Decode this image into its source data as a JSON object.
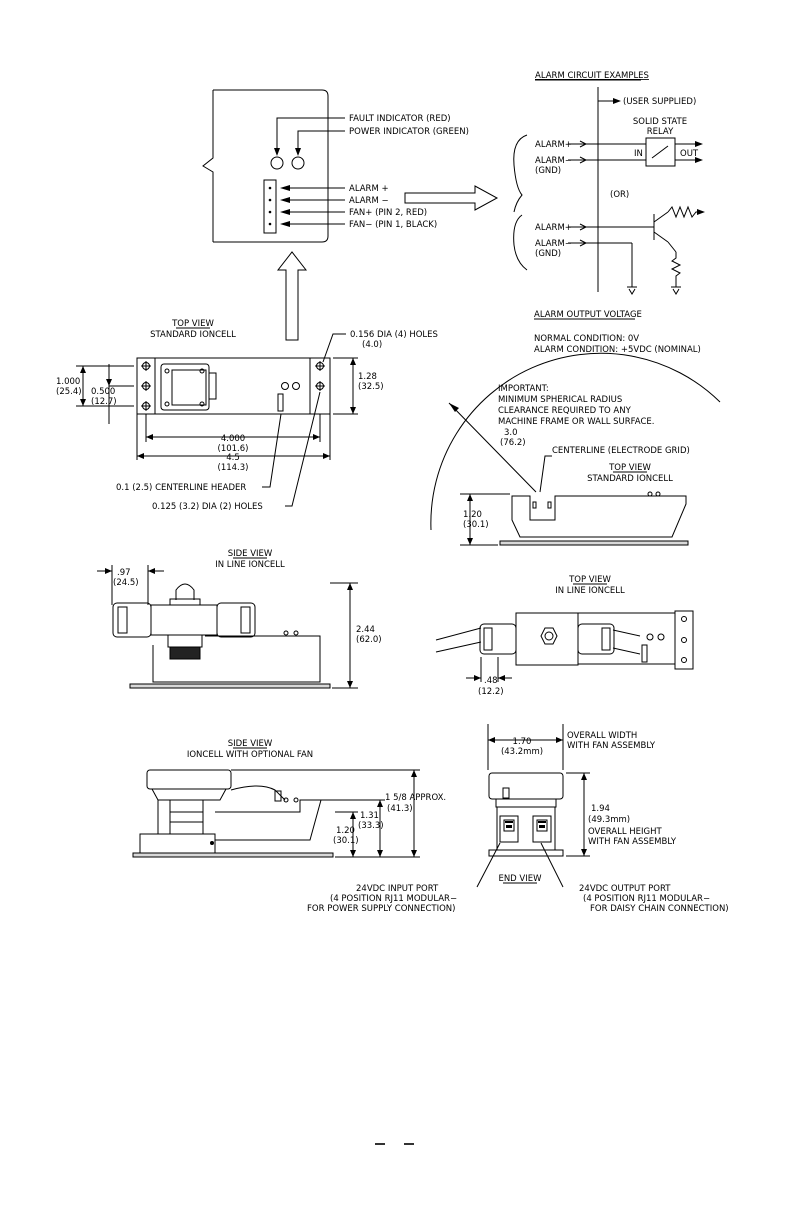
{
  "top_panel": {
    "fault_indicator": "FAULT INDICATOR (RED)",
    "power_indicator": "POWER INDICATOR (GREEN)",
    "alarm_plus": "ALARM +",
    "alarm_minus": "ALARM −",
    "fan_plus": "FAN+ (PIN 2, RED)",
    "fan_minus": "FAN− (PIN 1, BLACK)"
  },
  "alarm_circuit": {
    "title": "ALARM CIRCUIT EXAMPLES",
    "user_supplied": "(USER SUPPLIED)",
    "relay_line1": "SOLID STATE",
    "relay_line2": "RELAY",
    "alarm_plus_1": "ALARM+",
    "alarm_minus_1": "ALARM−",
    "gnd_1": "(GND)",
    "in_label": "IN",
    "out_label": "OUT",
    "or_label": "(OR)",
    "alarm_plus_2": "ALARM+",
    "alarm_minus_2": "ALARM−",
    "gnd_2": "(GND)"
  },
  "alarm_output": {
    "title": "ALARM OUTPUT VOLTAGE",
    "normal": "NORMAL CONDITION: 0V",
    "alarm": "ALARM CONDITION: +5VDC (NOMINAL)"
  },
  "top_view_standard": {
    "title": "TOP VIEW",
    "subtitle": "STANDARD IONCELL",
    "holes_156": "0.156 DIA (4) HOLES",
    "holes_156_mm": "(4.0)",
    "dim_1000": "1.000",
    "dim_1000_mm": "(25.4)",
    "dim_0500": "0.500",
    "dim_0500_mm": "(12.7)",
    "dim_128": "1.28",
    "dim_128_mm": "(32.5)",
    "dim_4000": "4.000",
    "dim_4000_mm": "(101.6)",
    "dim_45": "4.5",
    "dim_45_mm": "(114.3)",
    "centerline_header": "0.1 (2.5) CENTERLINE HEADER",
    "holes_125": "0.125 (3.2) DIA (2) HOLES"
  },
  "radius_view": {
    "important": "IMPORTANT:",
    "line1": "MINIMUM SPHERICAL RADIUS",
    "line2": "CLEARANCE REQUIRED TO ANY",
    "line3": "MACHINE FRAME OR WALL SURFACE.",
    "radius": "3.0",
    "radius_mm": "(76.2)",
    "centerline": "CENTERLINE (ELECTRODE GRID)",
    "title": "TOP VIEW",
    "subtitle": "STANDARD IONCELL",
    "height": "1.20",
    "height_mm": "(30.1)"
  },
  "side_view_inline": {
    "title": "SIDE VIEW",
    "subtitle": "IN LINE IONCELL",
    "dim_97": ".97",
    "dim_97_mm": "(24.5)",
    "dim_244": "2.44",
    "dim_244_mm": "(62.0)"
  },
  "top_view_inline": {
    "title": "TOP VIEW",
    "subtitle": "IN LINE IONCELL",
    "dim_48": ".48",
    "dim_48_mm": "(12.2)"
  },
  "side_view_fan": {
    "title": "SIDE VIEW",
    "subtitle": "IONCELL WITH OPTIONAL FAN",
    "dim_158": "1 5/8 APPROX.",
    "dim_158_mm": "(41.3)",
    "dim_131": "1.31",
    "dim_131_mm": "(33.3)",
    "dim_120": "1.20",
    "dim_120_mm": "(30.1)"
  },
  "end_view": {
    "width": "1.70",
    "width_mm": "(43.2mm)",
    "width_label1": "OVERALL WIDTH",
    "width_label2": "WITH FAN ASSEMBLY",
    "height": "1.94",
    "height_mm": "(49.3mm)",
    "height_label1": "OVERALL HEIGHT",
    "height_label2": "WITH FAN ASSEMBLY",
    "title": "END VIEW",
    "input_port": "24VDC INPUT PORT",
    "input_port_2": "(4 POSITION RJ11 MODULAR−",
    "input_port_3": "FOR POWER SUPPLY CONNECTION)",
    "output_port": "24VDC OUTPUT PORT",
    "output_port_2": "(4 POSITION RJ11 MODULAR−",
    "output_port_3": "FOR DAISY CHAIN CONNECTION)"
  }
}
